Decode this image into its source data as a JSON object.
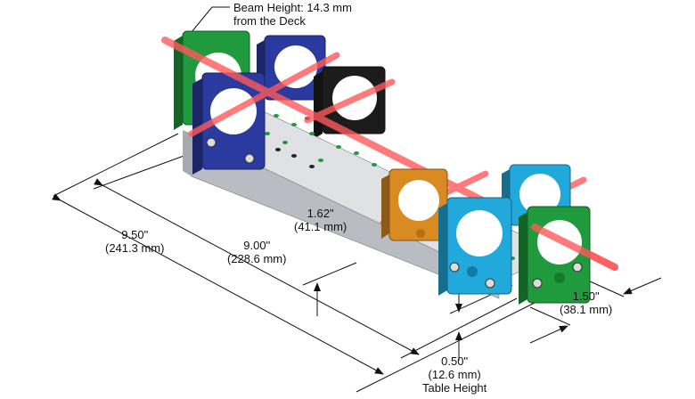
{
  "annotations": {
    "beam_height": {
      "line1": "Beam Height: 14.3 mm",
      "line2": "from the Deck"
    },
    "length_950": {
      "imperial": "9.50\"",
      "metric": "(241.3 mm)"
    },
    "length_900": {
      "imperial": "9.00\"",
      "metric": "(228.6 mm)"
    },
    "height_162": {
      "imperial": "1.62\"",
      "metric": "(41.1 mm)"
    },
    "width_150": {
      "imperial": "1.50\"",
      "metric": "(38.1 mm)"
    },
    "table_height": {
      "imperial": "0.50\"",
      "metric": "(12.6 mm)",
      "caption": "Table Height"
    }
  },
  "colors": {
    "green": "#1f9a3c",
    "blue": "#2b3a9e",
    "black": "#1c1c1c",
    "orange": "#d98b22",
    "cyan": "#22a9dc",
    "beam": "#ff5a5a",
    "rail": "#c9ccd1"
  },
  "mounts": [
    {
      "name": "green-back",
      "color": "green"
    },
    {
      "name": "blue-back",
      "color": "blue"
    },
    {
      "name": "black",
      "color": "black"
    },
    {
      "name": "blue-front",
      "color": "blue"
    },
    {
      "name": "orange",
      "color": "orange"
    },
    {
      "name": "cyan-back",
      "color": "cyan"
    },
    {
      "name": "cyan-front",
      "color": "cyan"
    },
    {
      "name": "green-front",
      "color": "green"
    }
  ]
}
